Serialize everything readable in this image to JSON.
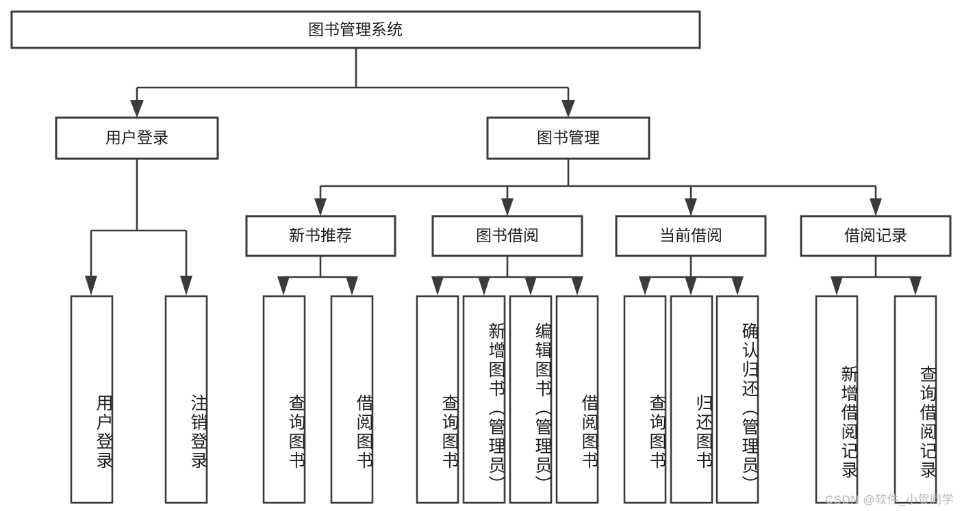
{
  "diagram": {
    "type": "tree",
    "orientation": "top-down",
    "root": {
      "id": "root",
      "label": "图书管理系统"
    },
    "level1": [
      {
        "id": "user-login",
        "label": "用户登录"
      },
      {
        "id": "book-manage",
        "label": "图书管理"
      }
    ],
    "level2": [
      {
        "id": "new-book-rec",
        "label": "新书推荐",
        "parent": "book-manage"
      },
      {
        "id": "book-borrow",
        "label": "图书借阅",
        "parent": "book-manage"
      },
      {
        "id": "current-borrow",
        "label": "当前借阅",
        "parent": "book-manage"
      },
      {
        "id": "borrow-record",
        "label": "借阅记录",
        "parent": "book-manage"
      }
    ],
    "leaves": [
      {
        "id": "leaf-user-login",
        "label": "用户登录",
        "parent": "user-login"
      },
      {
        "id": "leaf-logout-login",
        "label": "注销登录",
        "parent": "user-login"
      },
      {
        "id": "leaf-query-book-1",
        "label": "查询图书",
        "parent": "new-book-rec"
      },
      {
        "id": "leaf-borrow-book-1",
        "label": "借阅图书",
        "parent": "new-book-rec"
      },
      {
        "id": "leaf-query-book-2",
        "label": "查询图书",
        "parent": "book-borrow"
      },
      {
        "id": "leaf-add-book",
        "label": "新增图书（管理员）",
        "parent": "book-borrow"
      },
      {
        "id": "leaf-edit-book",
        "label": "编辑图书（管理员）",
        "parent": "book-borrow"
      },
      {
        "id": "leaf-borrow-book-2",
        "label": "借阅图书",
        "parent": "book-borrow"
      },
      {
        "id": "leaf-query-book-3",
        "label": "查询图书",
        "parent": "current-borrow"
      },
      {
        "id": "leaf-return-book",
        "label": "归还图书",
        "parent": "current-borrow"
      },
      {
        "id": "leaf-confirm-return",
        "label": "确认归还（管理员）",
        "parent": "current-borrow"
      },
      {
        "id": "leaf-add-record",
        "label": "新增借阅记录",
        "parent": "borrow-record"
      },
      {
        "id": "leaf-query-record",
        "label": "查询借阅记录",
        "parent": "borrow-record"
      }
    ]
  },
  "watermark": {
    "text": "CSDN @软件_小贺同学"
  },
  "colors": {
    "stroke": "#3a3a3a",
    "text": "#1c1c1c",
    "background": "#ffffff",
    "watermark": "#b9b9b9"
  }
}
